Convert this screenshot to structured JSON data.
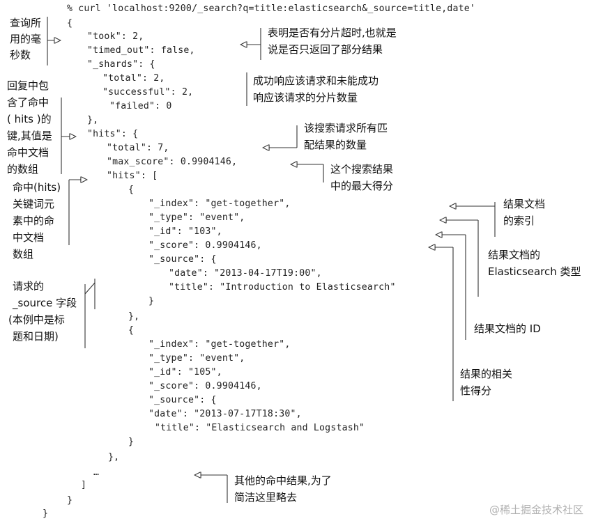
{
  "code": {
    "command": "% curl 'localhost:9200/_search?q=title:elasticsearch&_source=title,date'",
    "lines": [
      "{",
      "\"took\": 2,",
      "\"timed_out\": false,",
      "\"_shards\": {",
      "\"total\": 2,",
      "\"successful\": 2,",
      "\"failed\": 0",
      "},",
      "\"hits\": {",
      "\"total\": 7,",
      "\"max_score\": 0.9904146,",
      "\"hits\": [",
      "{",
      "\"_index\": \"get-together\",",
      "\"_type\": \"event\",",
      "\"_id\": \"103\",",
      "\"_score\": 0.9904146,",
      "\"_source\": {",
      "\"date\": \"2013-04-17T19:00\",",
      "\"title\": \"Introduction to Elasticsearch\"",
      "}",
      "},",
      "{",
      "\"_index\": \"get-together\",",
      "\"_type\": \"event\",",
      "\"_id\": \"105\",",
      "\"_score\": 0.9904146,",
      "\"_source\": {",
      "\"date\": \"2013-07-17T18:30\",",
      "\"title\": \"Elasticsearch and Logstash\"",
      "}",
      "},",
      "…",
      "]",
      "}",
      "}"
    ]
  },
  "notes": {
    "took": [
      "查询所",
      "用的毫",
      "秒数"
    ],
    "hits_key": [
      "回复中包",
      "含了命中",
      "( hits )的",
      "键,其值是",
      "命中文档",
      "的数组"
    ],
    "hits_array": [
      "命中(hits)",
      "关键词元",
      "素中的命",
      "中文档",
      "数组"
    ],
    "source_field": [
      "请求的",
      "_source 字段",
      "(本例中是标",
      "题和日期)"
    ],
    "timed_out": [
      "表明是否有分片超时,也就是",
      "说是否只返回了部分结果"
    ],
    "shards": [
      "成功响应该请求和未能成功",
      "响应该请求的分片数量"
    ],
    "total": [
      "该搜索请求所有匹",
      "配结果的数量"
    ],
    "max_score": [
      "这个搜索结果",
      "中的最大得分"
    ],
    "index": [
      "结果文档",
      "的索引"
    ],
    "type": [
      "结果文档的",
      "Elasticsearch 类型"
    ],
    "id": [
      "结果文档的 ID"
    ],
    "score": [
      "结果的相关",
      "性得分"
    ],
    "others": [
      "其他的命中结果,为了",
      "简洁这里略去"
    ]
  },
  "watermark": "@稀土掘金技术社区"
}
